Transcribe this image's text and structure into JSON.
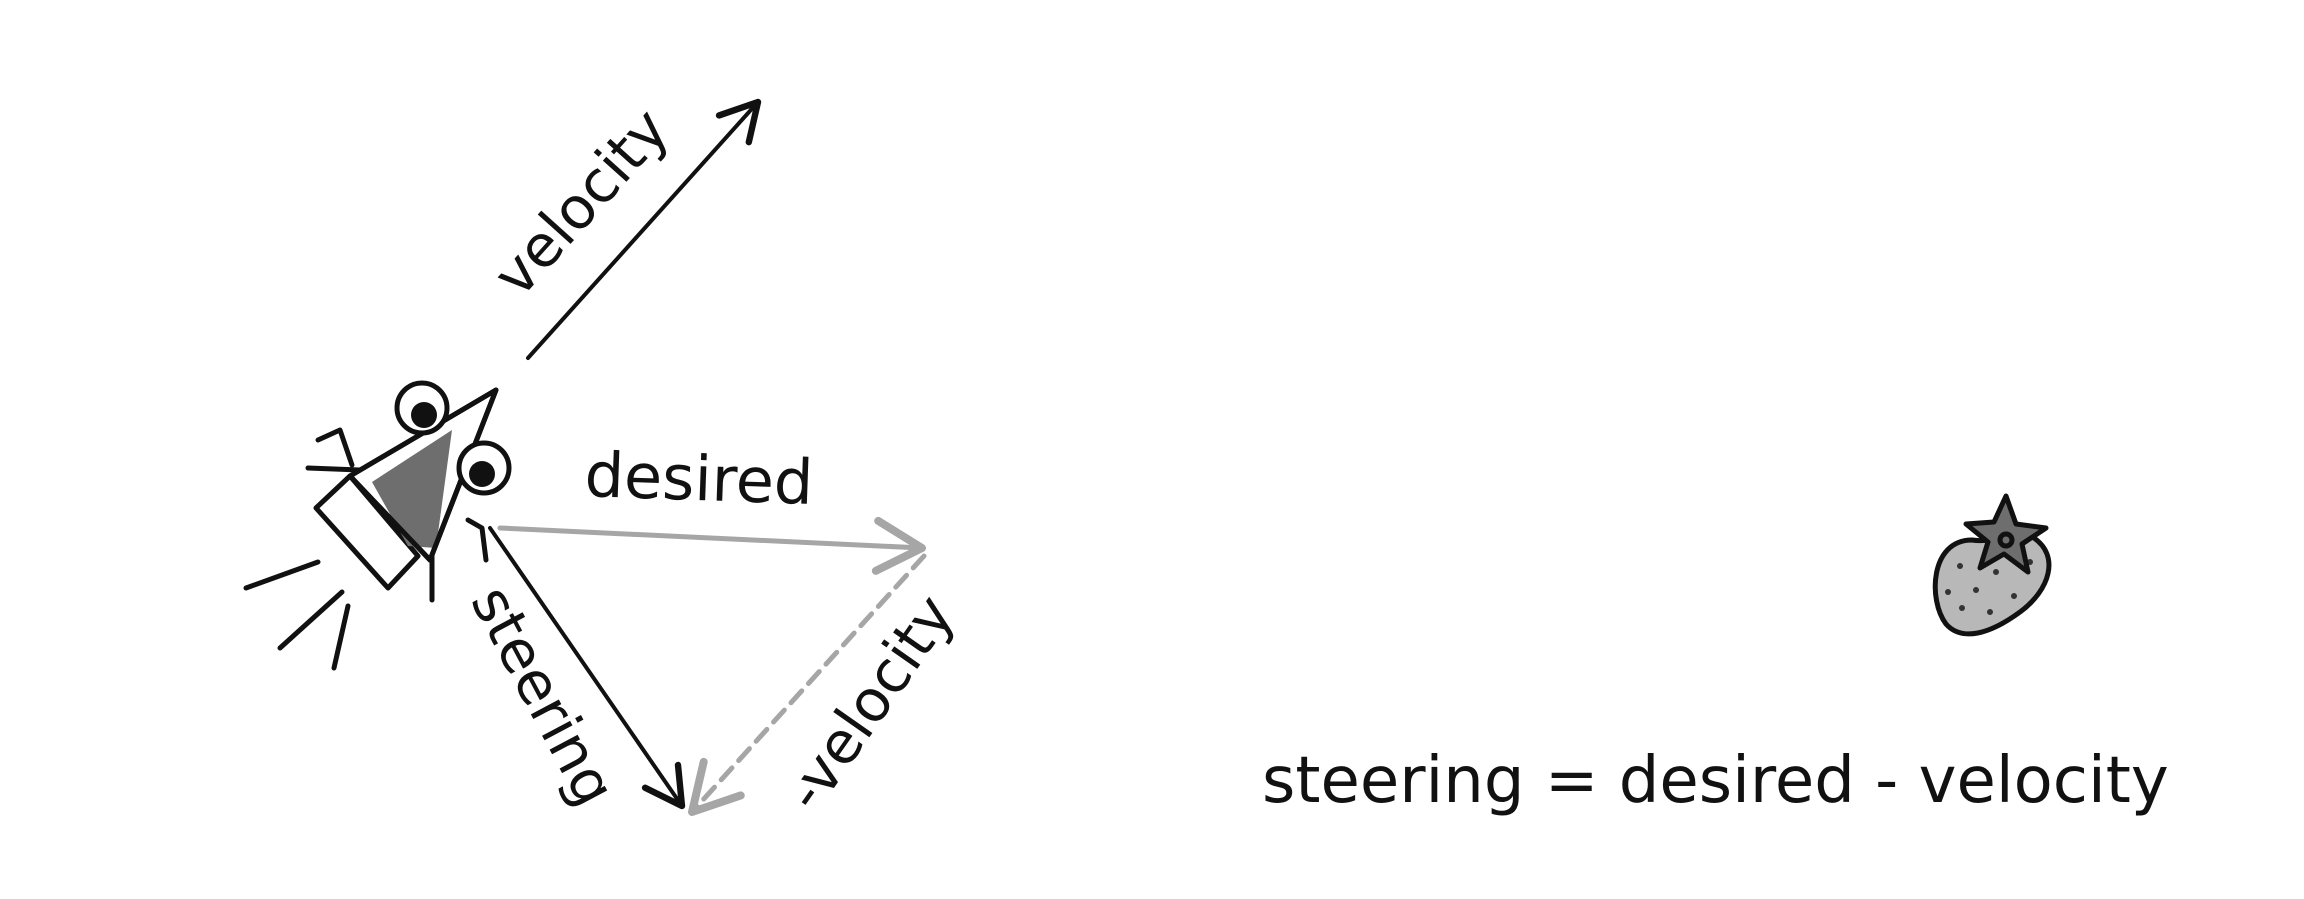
{
  "diagram": {
    "labels": {
      "velocity": "velocity",
      "desired": "desired",
      "steering": "steering",
      "neg_velocity": "-velocity"
    },
    "equation": "steering = desired - velocity",
    "colors": {
      "ink": "#111111",
      "gray_arrow": "#a6a6a6",
      "body_fill": "#6e6e6e",
      "strawberry_fill": "#b8b8b8"
    },
    "icons": [
      "vehicle-icon",
      "strawberry-icon"
    ]
  }
}
